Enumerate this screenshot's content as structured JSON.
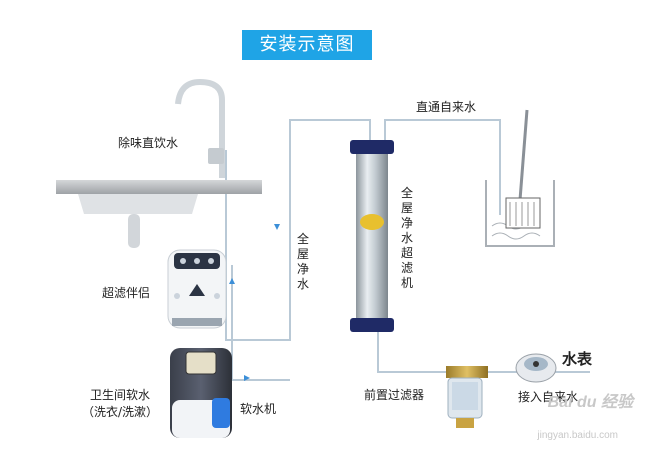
{
  "title": "安装示意图",
  "labels": {
    "drinking_water": "除味直饮水",
    "direct_tap": "直通自来水",
    "whole_house_vertical": "全屋净水",
    "ultrafilter_vertical": "全屋净水超滤机",
    "filter_companion": "超滤伴侣",
    "bathroom_soft_water_line1": "卫生间软水",
    "bathroom_soft_water_line2": "（洗衣/洗漱）",
    "softener": "软水机",
    "prefilter": "前置过滤器",
    "tap_in": "接入自来水",
    "water_meter": "水表"
  },
  "watermark": {
    "brand": "Bai du 经验",
    "url": "jingyan.baidu.com"
  },
  "colors": {
    "title_bg": "#1fa4e6",
    "pipe": "#b9c9d6",
    "flow_arrow": "#3c8fd8",
    "filter_cap": "#1f2a66"
  }
}
